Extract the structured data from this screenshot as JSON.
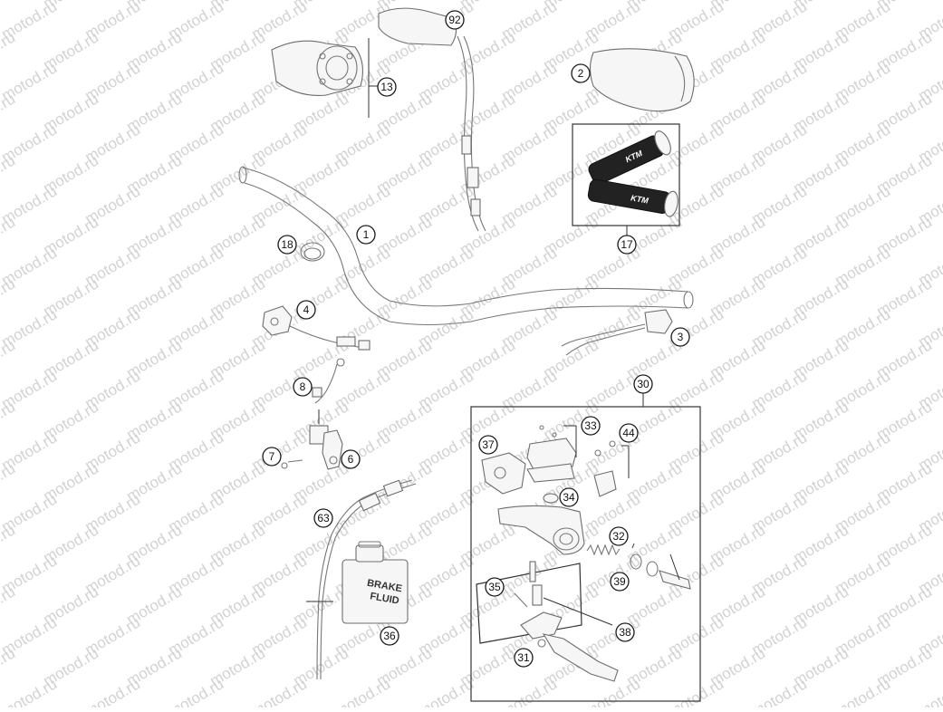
{
  "watermark": "motod.ru",
  "bottle_label": {
    "line1": "BRAKE",
    "line2": "FLUID"
  },
  "grip_logo": "KTM",
  "callouts": {
    "p1": "1",
    "p2": "2",
    "p3": "3",
    "p4": "4",
    "p6": "6",
    "p7": "7",
    "p8": "8",
    "p13": "13",
    "p17": "17",
    "p18": "18",
    "p30": "30",
    "p31": "31",
    "p32": "32",
    "p33": "33",
    "p34": "34",
    "p35": "35",
    "p36": "36",
    "p37": "37",
    "p38": "38",
    "p39": "39",
    "p44": "44",
    "p63": "63",
    "p92": "92"
  }
}
